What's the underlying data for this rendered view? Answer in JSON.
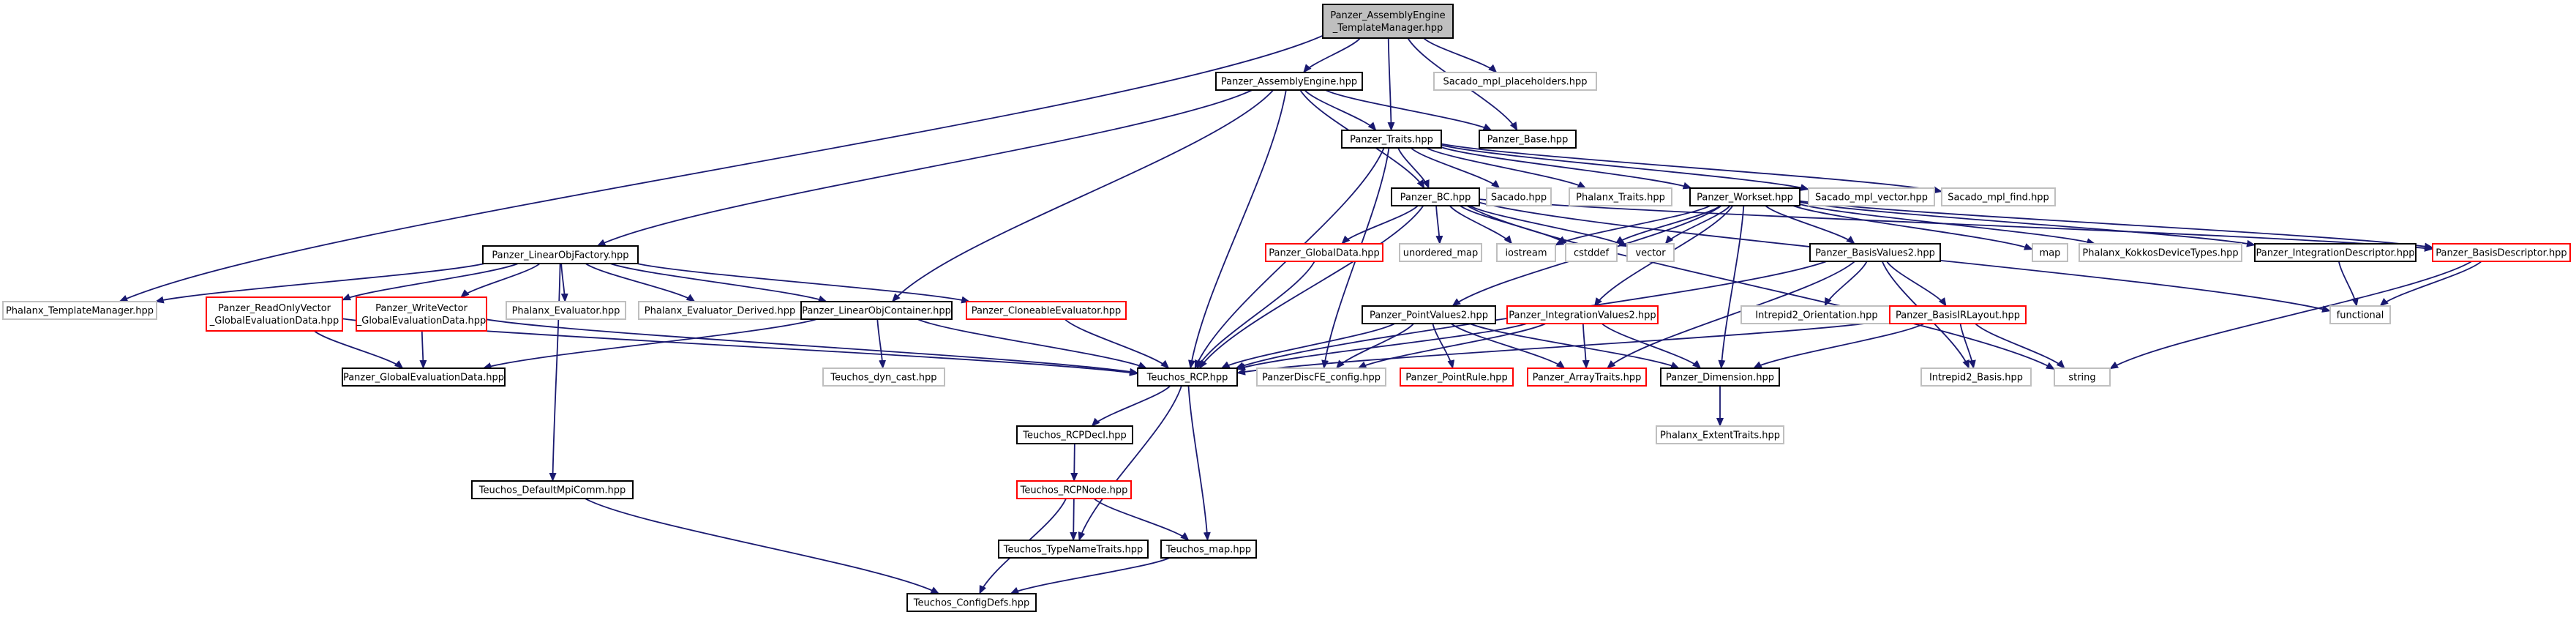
{
  "graph": {
    "colors": {
      "edge": "#191970",
      "border_default": "#000000",
      "border_truncated": "#ff0000",
      "border_external": "#bfbfbf",
      "root_fill": "#bfbfbf",
      "node_fill": "#ffffff",
      "text": "#000000"
    },
    "nodes": [
      {
        "id": "root",
        "lines": [
          "Panzer_AssemblyEngine",
          "_TemplateManager.hpp"
        ],
        "style": "root"
      },
      {
        "id": "ae",
        "lines": [
          "Panzer_AssemblyEngine.hpp"
        ],
        "style": "default"
      },
      {
        "id": "smplph",
        "lines": [
          "Sacado_mpl_placeholders.hpp"
        ],
        "style": "external"
      },
      {
        "id": "traits",
        "lines": [
          "Panzer_Traits.hpp"
        ],
        "style": "default"
      },
      {
        "id": "base",
        "lines": [
          "Panzer_Base.hpp"
        ],
        "style": "default"
      },
      {
        "id": "bc",
        "lines": [
          "Panzer_BC.hpp"
        ],
        "style": "default"
      },
      {
        "id": "sacado",
        "lines": [
          "Sacado.hpp"
        ],
        "style": "external"
      },
      {
        "id": "phxtraits",
        "lines": [
          "Phalanx_Traits.hpp"
        ],
        "style": "external"
      },
      {
        "id": "workset",
        "lines": [
          "Panzer_Workset.hpp"
        ],
        "style": "default"
      },
      {
        "id": "smplvec",
        "lines": [
          "Sacado_mpl_vector.hpp"
        ],
        "style": "external"
      },
      {
        "id": "smplfind",
        "lines": [
          "Sacado_mpl_find.hpp"
        ],
        "style": "external"
      },
      {
        "id": "lof",
        "lines": [
          "Panzer_LinearObjFactory.hpp"
        ],
        "style": "default"
      },
      {
        "id": "phxtm",
        "lines": [
          "Phalanx_TemplateManager.hpp"
        ],
        "style": "external"
      },
      {
        "id": "rov",
        "lines": [
          "Panzer_ReadOnlyVector",
          "_GlobalEvaluationData.hpp"
        ],
        "style": "truncated"
      },
      {
        "id": "wv",
        "lines": [
          "Panzer_WriteVector",
          "_GlobalEvaluationData.hpp"
        ],
        "style": "truncated"
      },
      {
        "id": "phxeval",
        "lines": [
          "Phalanx_Evaluator.hpp"
        ],
        "style": "external"
      },
      {
        "id": "phxevald",
        "lines": [
          "Phalanx_Evaluator_Derived.hpp"
        ],
        "style": "external"
      },
      {
        "id": "loc",
        "lines": [
          "Panzer_LinearObjContainer.hpp"
        ],
        "style": "default"
      },
      {
        "id": "clone",
        "lines": [
          "Panzer_CloneableEvaluator.hpp"
        ],
        "style": "truncated"
      },
      {
        "id": "ged",
        "lines": [
          "Panzer_GlobalEvaluationData.hpp"
        ],
        "style": "default"
      },
      {
        "id": "dyncast",
        "lines": [
          "Teuchos_dyn_cast.hpp"
        ],
        "style": "external"
      },
      {
        "id": "rcp",
        "lines": [
          "Teuchos_RCP.hpp"
        ],
        "style": "default"
      },
      {
        "id": "gdata",
        "lines": [
          "Panzer_GlobalData.hpp"
        ],
        "style": "truncated"
      },
      {
        "id": "umap",
        "lines": [
          "unordered_map"
        ],
        "style": "external"
      },
      {
        "id": "iostream",
        "lines": [
          "iostream"
        ],
        "style": "external"
      },
      {
        "id": "cstddef",
        "lines": [
          "cstddef"
        ],
        "style": "external"
      },
      {
        "id": "vector",
        "lines": [
          "vector"
        ],
        "style": "external"
      },
      {
        "id": "bv2",
        "lines": [
          "Panzer_BasisValues2.hpp"
        ],
        "style": "default"
      },
      {
        "id": "map",
        "lines": [
          "map"
        ],
        "style": "external"
      },
      {
        "id": "kokkos",
        "lines": [
          "Phalanx_KokkosDeviceTypes.hpp"
        ],
        "style": "external"
      },
      {
        "id": "intdesc",
        "lines": [
          "Panzer_IntegrationDescriptor.hpp"
        ],
        "style": "default"
      },
      {
        "id": "basisdesc",
        "lines": [
          "Panzer_BasisDescriptor.hpp"
        ],
        "style": "truncated"
      },
      {
        "id": "functional",
        "lines": [
          "functional"
        ],
        "style": "external"
      },
      {
        "id": "pv2",
        "lines": [
          "Panzer_PointValues2.hpp"
        ],
        "style": "default"
      },
      {
        "id": "iv2",
        "lines": [
          "Panzer_IntegrationValues2.hpp"
        ],
        "style": "truncated"
      },
      {
        "id": "i2orient",
        "lines": [
          "Intrepid2_Orientation.hpp"
        ],
        "style": "external"
      },
      {
        "id": "birl",
        "lines": [
          "Panzer_BasisIRLayout.hpp"
        ],
        "style": "truncated"
      },
      {
        "id": "discfe",
        "lines": [
          "PanzerDiscFE_config.hpp"
        ],
        "style": "external"
      },
      {
        "id": "prule",
        "lines": [
          "Panzer_PointRule.hpp"
        ],
        "style": "truncated"
      },
      {
        "id": "atraits",
        "lines": [
          "Panzer_ArrayTraits.hpp"
        ],
        "style": "truncated"
      },
      {
        "id": "dim",
        "lines": [
          "Panzer_Dimension.hpp"
        ],
        "style": "default"
      },
      {
        "id": "i2basis",
        "lines": [
          "Intrepid2_Basis.hpp"
        ],
        "style": "external"
      },
      {
        "id": "string",
        "lines": [
          "string"
        ],
        "style": "external"
      },
      {
        "id": "rcpdecl",
        "lines": [
          "Teuchos_RCPDecl.hpp"
        ],
        "style": "default"
      },
      {
        "id": "phxext",
        "lines": [
          "Phalanx_ExtentTraits.hpp"
        ],
        "style": "external"
      },
      {
        "id": "rcpnode",
        "lines": [
          "Teuchos_RCPNode.hpp"
        ],
        "style": "truncated"
      },
      {
        "id": "dmpi",
        "lines": [
          "Teuchos_DefaultMpiComm.hpp"
        ],
        "style": "default"
      },
      {
        "id": "tname",
        "lines": [
          "Teuchos_TypeNameTraits.hpp"
        ],
        "style": "default"
      },
      {
        "id": "tmap",
        "lines": [
          "Teuchos_map.hpp"
        ],
        "style": "default"
      },
      {
        "id": "cdefs",
        "lines": [
          "Teuchos_ConfigDefs.hpp"
        ],
        "style": "default"
      }
    ],
    "edges": [
      [
        "root",
        "ae"
      ],
      [
        "root",
        "smplph"
      ],
      [
        "root",
        "traits"
      ],
      [
        "root",
        "base"
      ],
      [
        "root",
        "phxtm"
      ],
      [
        "ae",
        "traits"
      ],
      [
        "ae",
        "base"
      ],
      [
        "ae",
        "lof"
      ],
      [
        "ae",
        "loc"
      ],
      [
        "ae",
        "rcp"
      ],
      [
        "ae",
        "bc"
      ],
      [
        "traits",
        "sacado"
      ],
      [
        "traits",
        "phxtraits"
      ],
      [
        "traits",
        "workset"
      ],
      [
        "traits",
        "smplvec"
      ],
      [
        "traits",
        "smplfind"
      ],
      [
        "traits",
        "rcp"
      ],
      [
        "traits",
        "discfe"
      ],
      [
        "traits",
        "bc"
      ],
      [
        "bc",
        "gdata"
      ],
      [
        "bc",
        "umap"
      ],
      [
        "bc",
        "iostream"
      ],
      [
        "bc",
        "cstddef"
      ],
      [
        "bc",
        "vector"
      ],
      [
        "bc",
        "rcp"
      ],
      [
        "bc",
        "string"
      ],
      [
        "bc",
        "functional"
      ],
      [
        "bc",
        "basisdesc"
      ],
      [
        "workset",
        "cstddef"
      ],
      [
        "workset",
        "vector"
      ],
      [
        "workset",
        "iostream"
      ],
      [
        "workset",
        "map"
      ],
      [
        "workset",
        "kokkos"
      ],
      [
        "workset",
        "intdesc"
      ],
      [
        "workset",
        "basisdesc"
      ],
      [
        "workset",
        "bv2"
      ],
      [
        "workset",
        "pv2"
      ],
      [
        "workset",
        "iv2"
      ],
      [
        "workset",
        "dim"
      ],
      [
        "lof",
        "phxtm"
      ],
      [
        "lof",
        "rov"
      ],
      [
        "lof",
        "wv"
      ],
      [
        "lof",
        "phxeval"
      ],
      [
        "lof",
        "phxevald"
      ],
      [
        "lof",
        "loc"
      ],
      [
        "lof",
        "clone"
      ],
      [
        "lof",
        "dmpi"
      ],
      [
        "rov",
        "ged"
      ],
      [
        "rov",
        "rcp"
      ],
      [
        "wv",
        "ged"
      ],
      [
        "wv",
        "rcp"
      ],
      [
        "loc",
        "ged"
      ],
      [
        "loc",
        "dyncast"
      ],
      [
        "loc",
        "rcp"
      ],
      [
        "clone",
        "rcp"
      ],
      [
        "gdata",
        "rcp"
      ],
      [
        "bv2",
        "rcp"
      ],
      [
        "bv2",
        "i2orient"
      ],
      [
        "bv2",
        "birl"
      ],
      [
        "bv2",
        "atraits"
      ],
      [
        "bv2",
        "i2basis"
      ],
      [
        "intdesc",
        "functional"
      ],
      [
        "basisdesc",
        "functional"
      ],
      [
        "basisdesc",
        "string"
      ],
      [
        "pv2",
        "rcp"
      ],
      [
        "pv2",
        "discfe"
      ],
      [
        "pv2",
        "prule"
      ],
      [
        "pv2",
        "atraits"
      ],
      [
        "pv2",
        "dim"
      ],
      [
        "iv2",
        "rcp"
      ],
      [
        "iv2",
        "discfe"
      ],
      [
        "iv2",
        "atraits"
      ],
      [
        "iv2",
        "dim"
      ],
      [
        "birl",
        "rcp"
      ],
      [
        "birl",
        "dim"
      ],
      [
        "birl",
        "i2basis"
      ],
      [
        "birl",
        "string"
      ],
      [
        "dim",
        "phxext"
      ],
      [
        "rcp",
        "rcpdecl"
      ],
      [
        "rcp",
        "tname"
      ],
      [
        "rcp",
        "tmap"
      ],
      [
        "rcpdecl",
        "rcpnode"
      ],
      [
        "rcpnode",
        "tname"
      ],
      [
        "rcpnode",
        "tmap"
      ],
      [
        "rcpnode",
        "cdefs"
      ],
      [
        "dmpi",
        "cdefs"
      ],
      [
        "tmap",
        "cdefs"
      ]
    ]
  }
}
